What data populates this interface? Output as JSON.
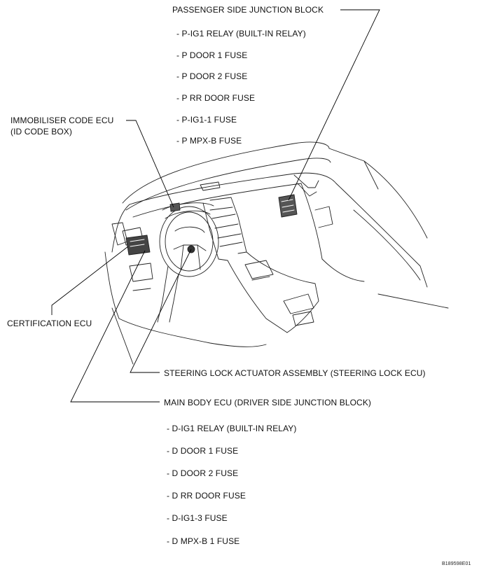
{
  "passenger_block": {
    "title": "PASSENGER SIDE JUNCTION BLOCK",
    "items": [
      "- P-IG1 RELAY (BUILT-IN RELAY)",
      "- P DOOR 1 FUSE",
      "- P DOOR 2 FUSE",
      "- P RR DOOR FUSE",
      "- P-IG1-1 FUSE",
      "- P MPX-B FUSE"
    ]
  },
  "immobiliser": {
    "line1": "IMMOBILISER CODE ECU",
    "line2": "(ID CODE BOX)"
  },
  "certification": "CERTIFICATION ECU",
  "steering_lock": "STEERING LOCK ACTUATOR ASSEMBLY (STEERING LOCK ECU)",
  "main_body": {
    "title": "MAIN BODY ECU (DRIVER SIDE JUNCTION BLOCK)",
    "items": [
      "- D-IG1 RELAY (BUILT-IN RELAY)",
      "- D DOOR 1 FUSE",
      "- D DOOR 2 FUSE",
      "- D RR DOOR FUSE",
      "- D-IG1-3 FUSE",
      "- D MPX-B 1 FUSE"
    ]
  },
  "figure_code": "B189598E01"
}
